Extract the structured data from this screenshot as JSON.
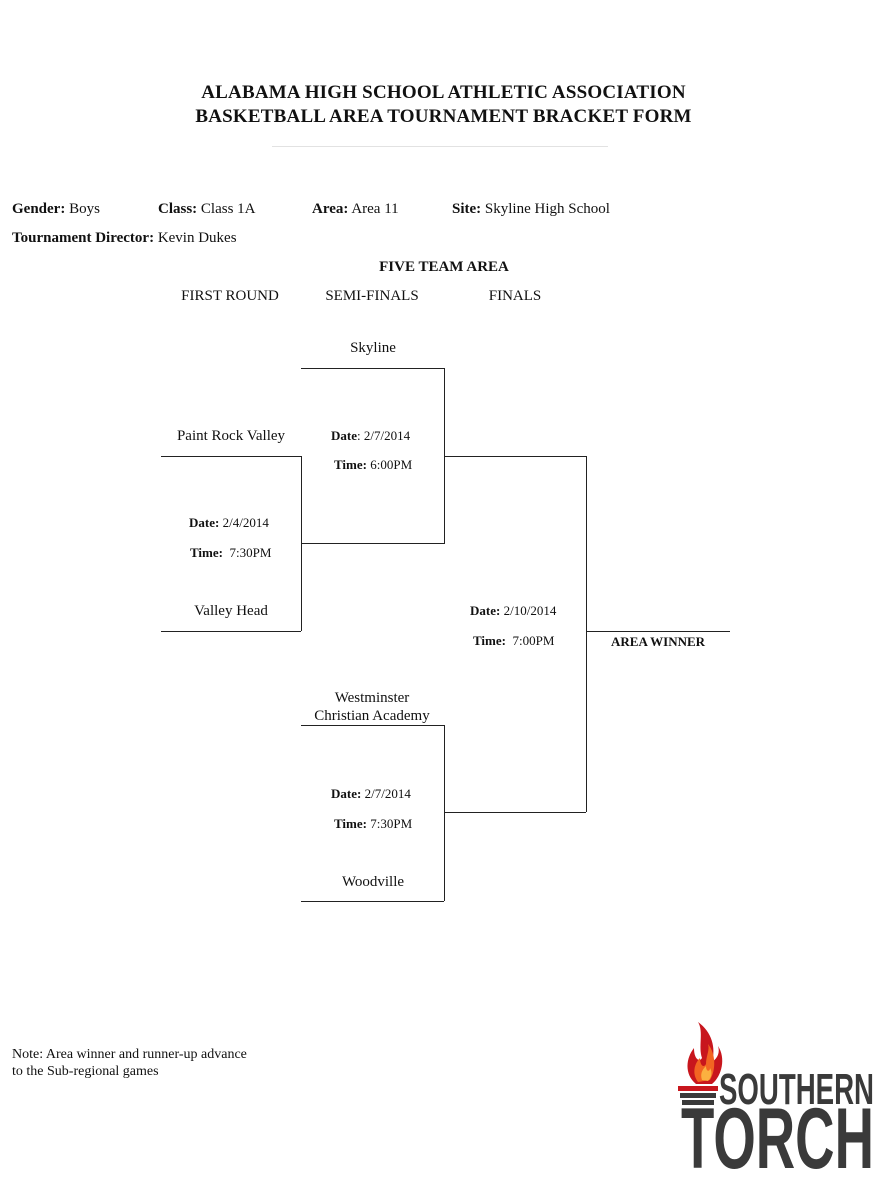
{
  "header": {
    "line1": "ALABAMA HIGH SCHOOL ATHLETIC ASSOCIATION",
    "line2": "BASKETBALL AREA TOURNAMENT BRACKET FORM"
  },
  "info": {
    "gender_label": "Gender:",
    "gender_value": "Boys",
    "class_label": "Class:",
    "class_value": "Class 1A",
    "area_label": "Area:",
    "area_value": "Area 11",
    "site_label": "Site:",
    "site_value": "Skyline High School",
    "director_label": "Tournament Director:",
    "director_value": "Kevin Dukes"
  },
  "bracket": {
    "format": "FIVE TEAM AREA",
    "rounds": [
      "FIRST ROUND",
      "SEMI-FINALS",
      "FINALS"
    ],
    "date_label": "Date",
    "time_label": "Time:",
    "first_round": {
      "top_team": "Paint Rock Valley",
      "bottom_team": "Valley Head",
      "date": "2/4/2014",
      "time": "7:30PM"
    },
    "semi_top": {
      "top_team": "Skyline",
      "date": "2/7/2014",
      "time": "6:00PM"
    },
    "semi_bottom": {
      "top_team_line1": "Westminster",
      "top_team_line2": "Christian Academy",
      "bottom_team": "Woodville",
      "date": "2/7/2014",
      "time": "7:30PM"
    },
    "finals": {
      "date": "2/10/2014",
      "time": "7:00PM"
    },
    "winner_label": "AREA WINNER"
  },
  "note": "Note: Area winner and runner-up advance to the Sub-regional games",
  "logo": {
    "word1": "SOUTHERN",
    "word2": "TORCH",
    "flame_colors": [
      "#c8161d",
      "#f26522",
      "#fbb040"
    ],
    "text_color": "#3a3a3a"
  }
}
